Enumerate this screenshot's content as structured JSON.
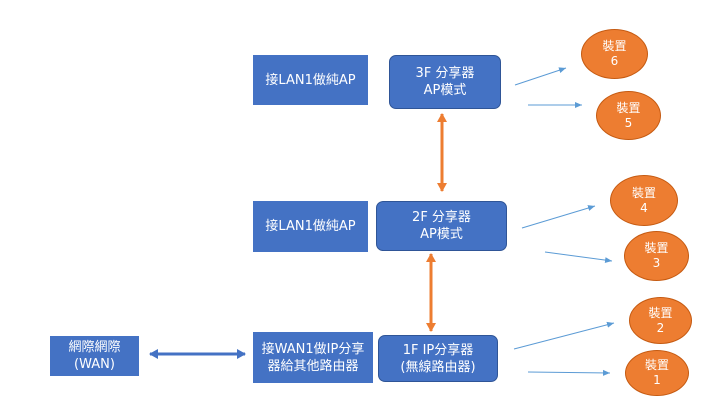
{
  "colors": {
    "box_fill": "#4472c4",
    "device_fill": "#ed7d31",
    "trunk_arrow": "#ed7d31",
    "wan_arrow": "#4472c4",
    "fan_arrow": "#5b9bd5"
  },
  "labels": {
    "lan_ap_3f": "接LAN1做純AP",
    "lan_ap_2f": "接LAN1做純AP",
    "wan_note": "接WAN1做IP分享\n器給其他路由器",
    "internet": "網際網際\n(WAN)"
  },
  "routers": {
    "f3": "3F 分享器\nAP模式",
    "f2": "2F 分享器\nAP模式",
    "f1": "1F IP分享器\n(無線路由器)"
  },
  "devices": [
    {
      "label": "裝置",
      "number": "6"
    },
    {
      "label": "裝置",
      "number": "5"
    },
    {
      "label": "裝置",
      "number": "4"
    },
    {
      "label": "裝置",
      "number": "3"
    },
    {
      "label": "裝置",
      "number": "2"
    },
    {
      "label": "裝置",
      "number": "1"
    }
  ]
}
